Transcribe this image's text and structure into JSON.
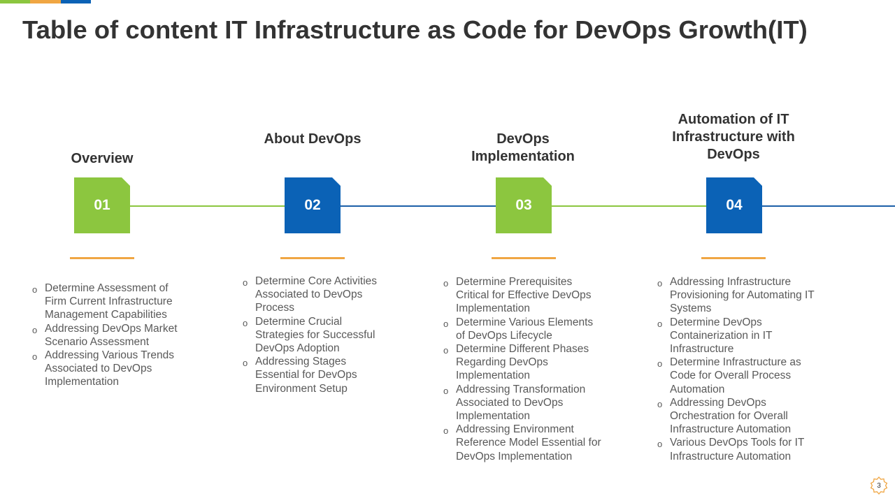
{
  "colors": {
    "green": "#8cc63f",
    "blue": "#0b62b6",
    "orange": "#f0a643",
    "line_green": "#8cc63f",
    "line_blue": "#1c5fa8"
  },
  "title": "Table of content IT Infrastructure as Code for DevOps Growth(IT)",
  "sections": [
    {
      "number": "01",
      "heading": "Overview",
      "items": [
        "Determine Assessment of Firm Current Infrastructure Management Capabilities",
        "Addressing DevOps Market Scenario Assessment",
        "Addressing Various Trends Associated to DevOps Implementation"
      ]
    },
    {
      "number": "02",
      "heading": "About DevOps",
      "items": [
        "Determine Core Activities Associated to DevOps Process",
        "Determine Crucial Strategies for Successful DevOps Adoption",
        "Addressing Stages Essential for DevOps Environment Setup"
      ]
    },
    {
      "number": "03",
      "heading": "DevOps Implementation",
      "items": [
        "Determine Prerequisites Critical for Effective DevOps Implementation",
        "Determine Various Elements of DevOps Lifecycle",
        "Determine Different Phases Regarding DevOps Implementation",
        "Addressing Transformation Associated to DevOps Implementation",
        "Addressing Environment Reference Model Essential for DevOps Implementation"
      ]
    },
    {
      "number": "04",
      "heading": "Automation of IT Infrastructure with DevOps",
      "items": [
        "Addressing Infrastructure Provisioning for Automating IT Systems",
        "Determine DevOps Containerization in IT Infrastructure",
        "Determine Infrastructure as Code for Overall Process Automation",
        "Addressing DevOps Orchestration for Overall Infrastructure Automation",
        "Various DevOps Tools for IT Infrastructure Automation"
      ]
    }
  ],
  "page_number": "3"
}
